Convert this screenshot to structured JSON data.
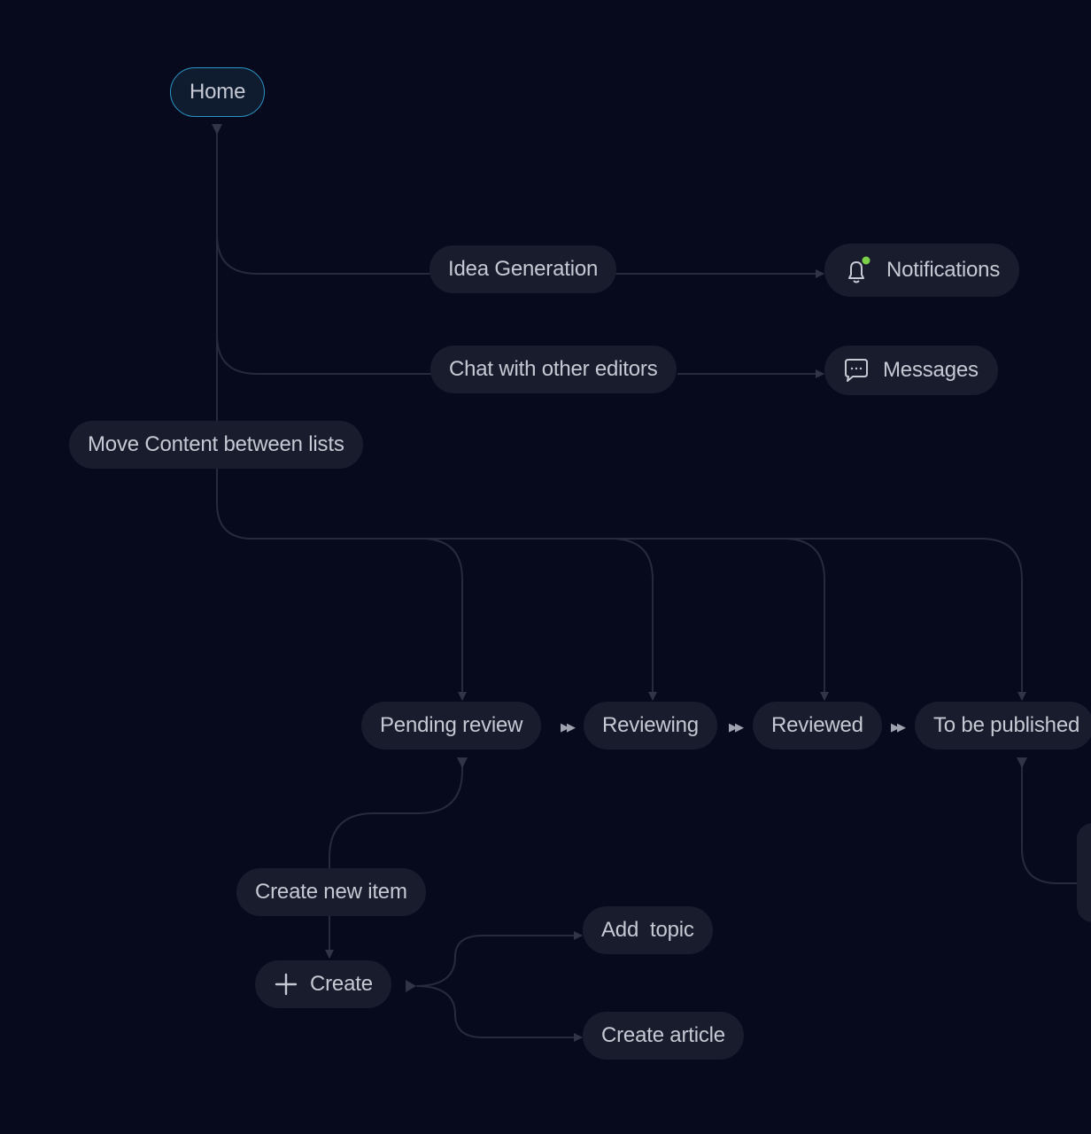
{
  "nodes": {
    "home": "Home",
    "idea_generation": "Idea Generation",
    "notifications": "Notifications",
    "chat": "Chat with other editors",
    "messages": "Messages",
    "move_content": "Move Content between lists",
    "pending_review": "Pending review",
    "reviewing": "Reviewing",
    "reviewed": "Reviewed",
    "to_be_published": "To be published",
    "create_new_item": "Create new item",
    "create": "Create",
    "add_topic": "Add  topic",
    "create_article": "Create article"
  },
  "icons": {
    "notifications": "bell-icon",
    "messages": "chat-bubble-icon",
    "create": "plus-icon",
    "flow": "fast-forward-icon"
  },
  "colors": {
    "background": "#070a1d",
    "node": "#181c2c",
    "text": "#c6c9d3",
    "connector": "#2b3042",
    "home_border": "#2b94c6",
    "notification_dot": "#7bd04a"
  }
}
